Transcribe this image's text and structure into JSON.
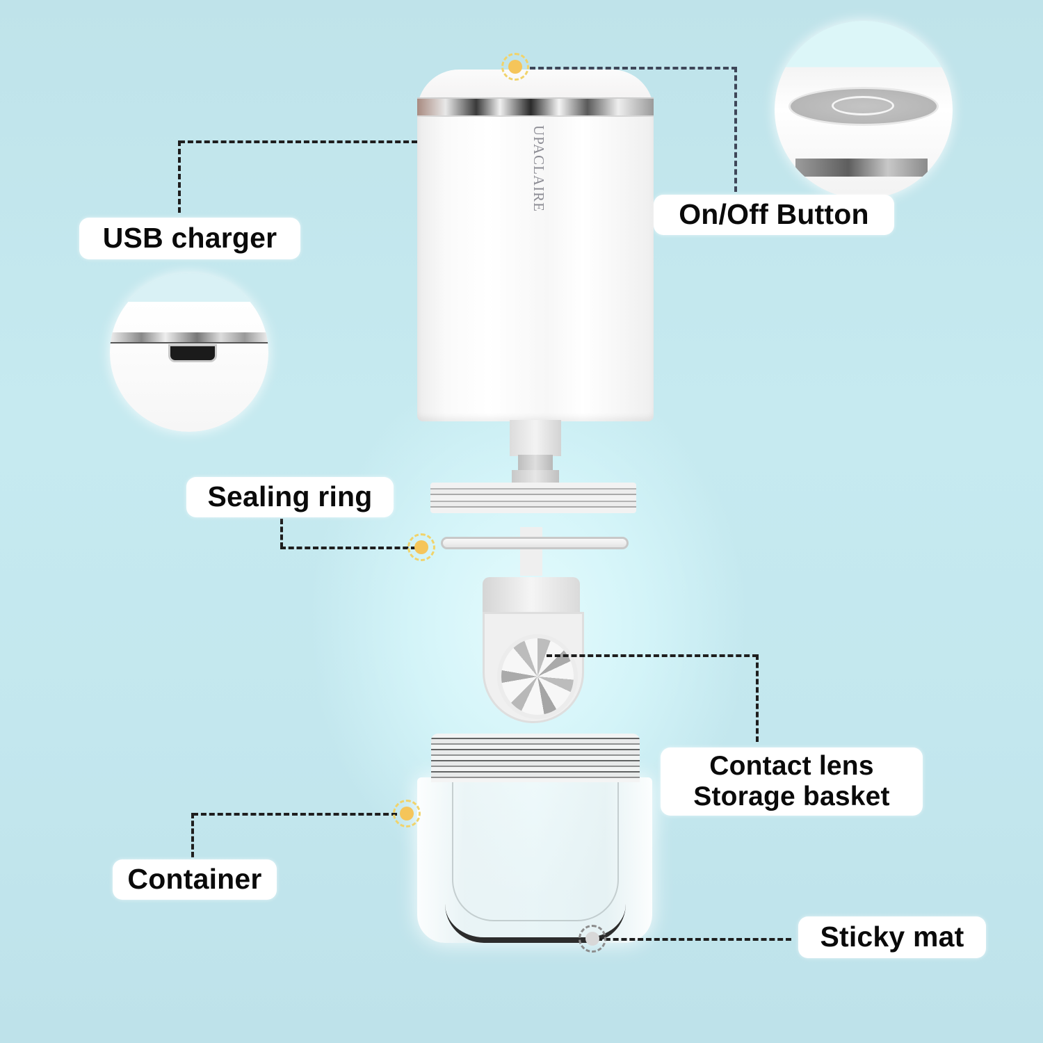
{
  "diagram": {
    "product": {
      "brand_text": "UPACLAIRE",
      "subject": "Ultrasonic contact lens cleaner exploded view"
    },
    "labels": [
      {
        "id": "usb-charger",
        "text": "USB charger",
        "marker": "none"
      },
      {
        "id": "on-off-button",
        "text": "On/Off Button",
        "marker": "yellow"
      },
      {
        "id": "sealing-ring",
        "text": "Sealing ring",
        "marker": "yellow"
      },
      {
        "id": "contact-lens-storage-basket",
        "line1": "Contact lens",
        "line2": "Storage basket",
        "marker": "none"
      },
      {
        "id": "container",
        "text": "Container",
        "marker": "yellow"
      },
      {
        "id": "sticky-mat",
        "text": "Sticky mat",
        "marker": "grey"
      }
    ],
    "insets": [
      {
        "id": "usb-port-closeup",
        "depicts": "micro USB port"
      },
      {
        "id": "on-off-button-closeup",
        "depicts": "top power button"
      }
    ]
  },
  "colors": {
    "background": "#c3e7ee",
    "label_bg": "#ffffff",
    "label_text": "#0a0a0a",
    "connector": "#1e1e1e",
    "marker_yellow": "#f5c55a",
    "marker_grey": "#d8d8d8"
  }
}
